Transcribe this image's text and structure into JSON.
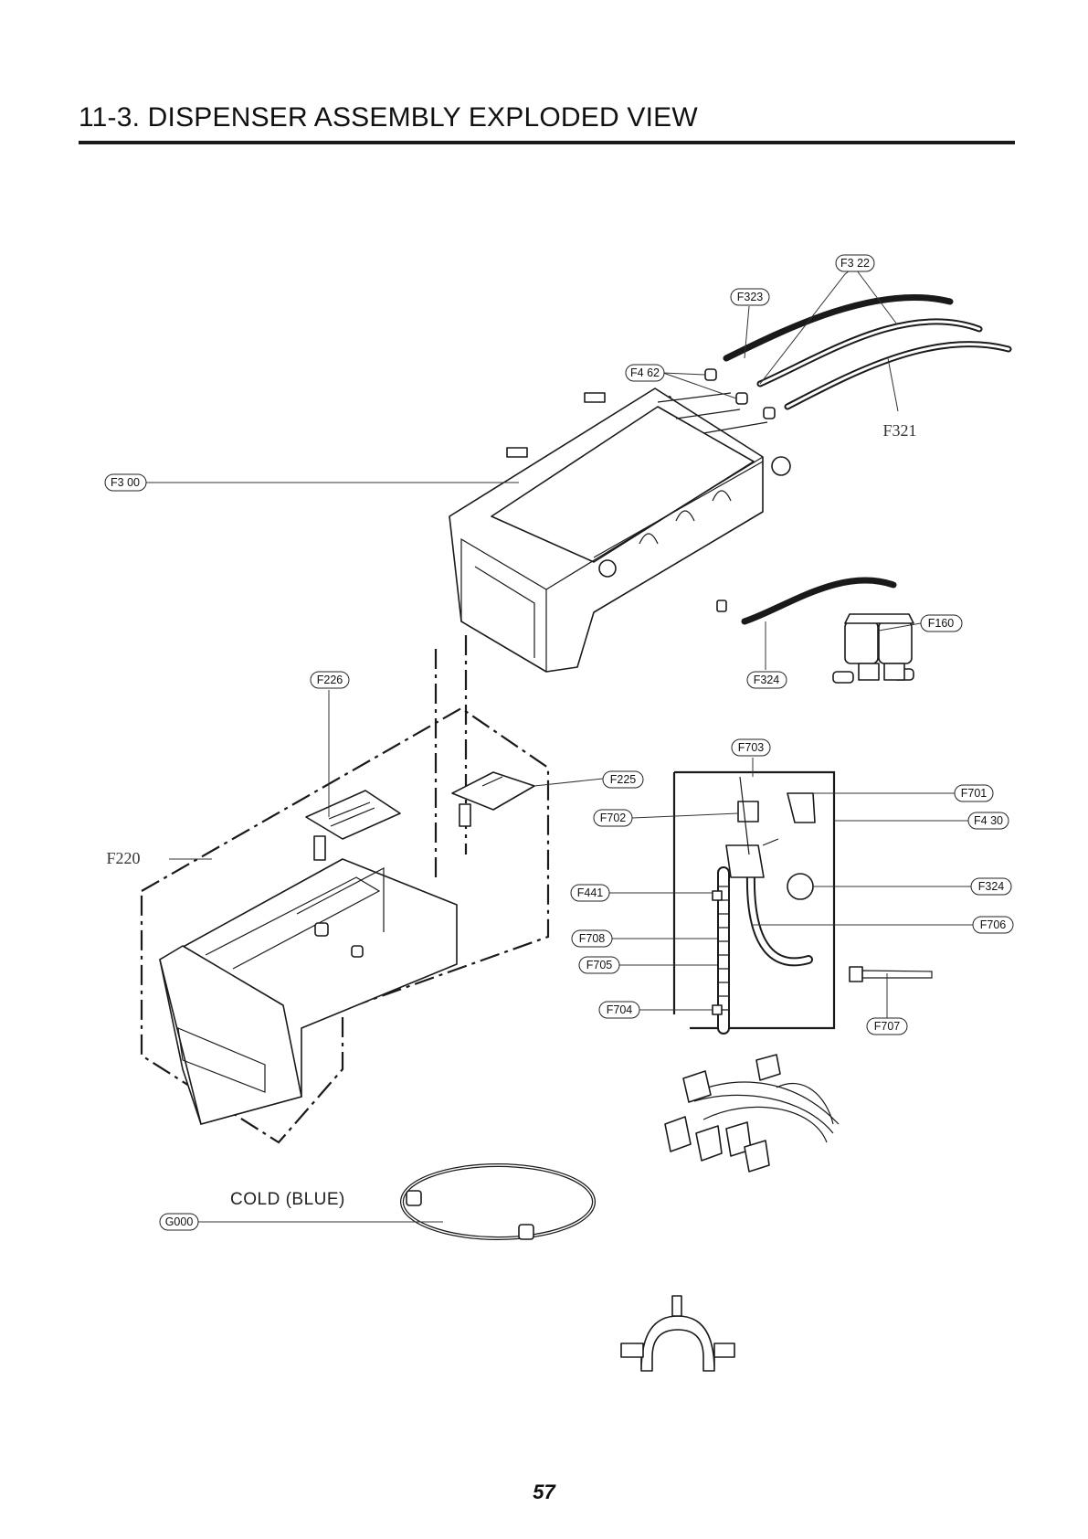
{
  "title": "11-3. DISPENSER ASSEMBLY EXPLODED VIEW",
  "page_number": "57",
  "hose_note": "COLD (BLUE)",
  "callouts": {
    "F322": "F3 22",
    "F323": "F323",
    "F462": "F4 62",
    "F321": "F321",
    "F300": "F3 00",
    "F160": "F160",
    "F324_top": "F324",
    "F226": "F226",
    "F703": "F703",
    "F225": "F225",
    "F702": "F702",
    "F701": "F701",
    "F430": "F4 30",
    "F220": "F220",
    "F441": "F441",
    "F324_bot": "F324",
    "F708": "F708",
    "F706": "F706",
    "F705": "F705",
    "F704": "F704",
    "F707": "F707",
    "G000": "G000"
  }
}
